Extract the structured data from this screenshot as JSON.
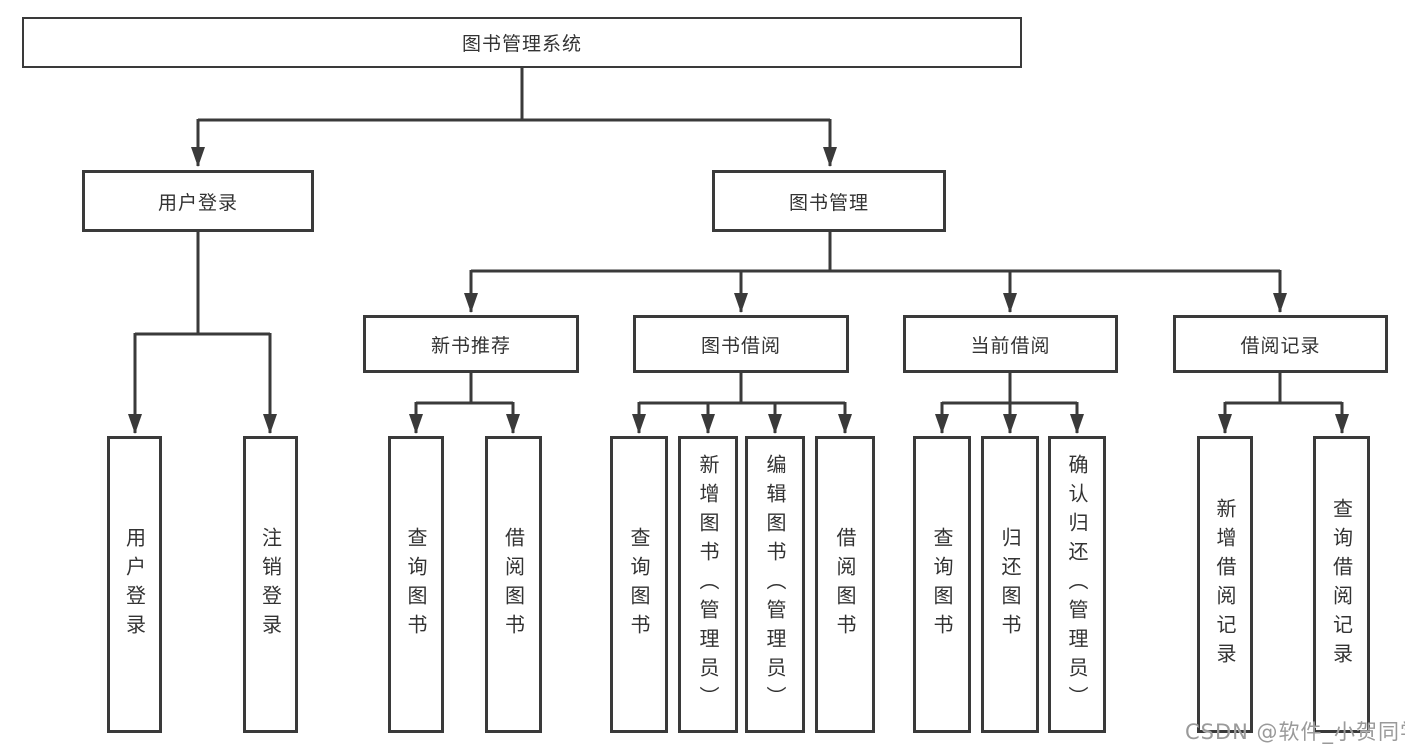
{
  "tree": {
    "root": "图书管理系统",
    "level2": [
      "用户登录",
      "图书管理"
    ],
    "level3": [
      "新书推荐",
      "图书借阅",
      "当前借阅",
      "借阅记录"
    ],
    "leaves": {
      "login": [
        "用户登录",
        "注销登录"
      ],
      "recommend": [
        "查询图书",
        "借阅图书"
      ],
      "borrow": [
        "查询图书",
        "新增图书（管理员）",
        "编辑图书（管理员）",
        "借阅图书"
      ],
      "current": [
        "查询图书",
        "归还图书",
        "确认归还（管理员）"
      ],
      "records": [
        "新增借阅记录",
        "查询借阅记录"
      ]
    }
  },
  "watermark": "CSDN @软件_小贺同学",
  "colors": {
    "line": "#3a3a3a",
    "box_border": "#3a3a3a",
    "text": "#333333",
    "watermark": "#9a9a9a",
    "background": "#ffffff"
  }
}
